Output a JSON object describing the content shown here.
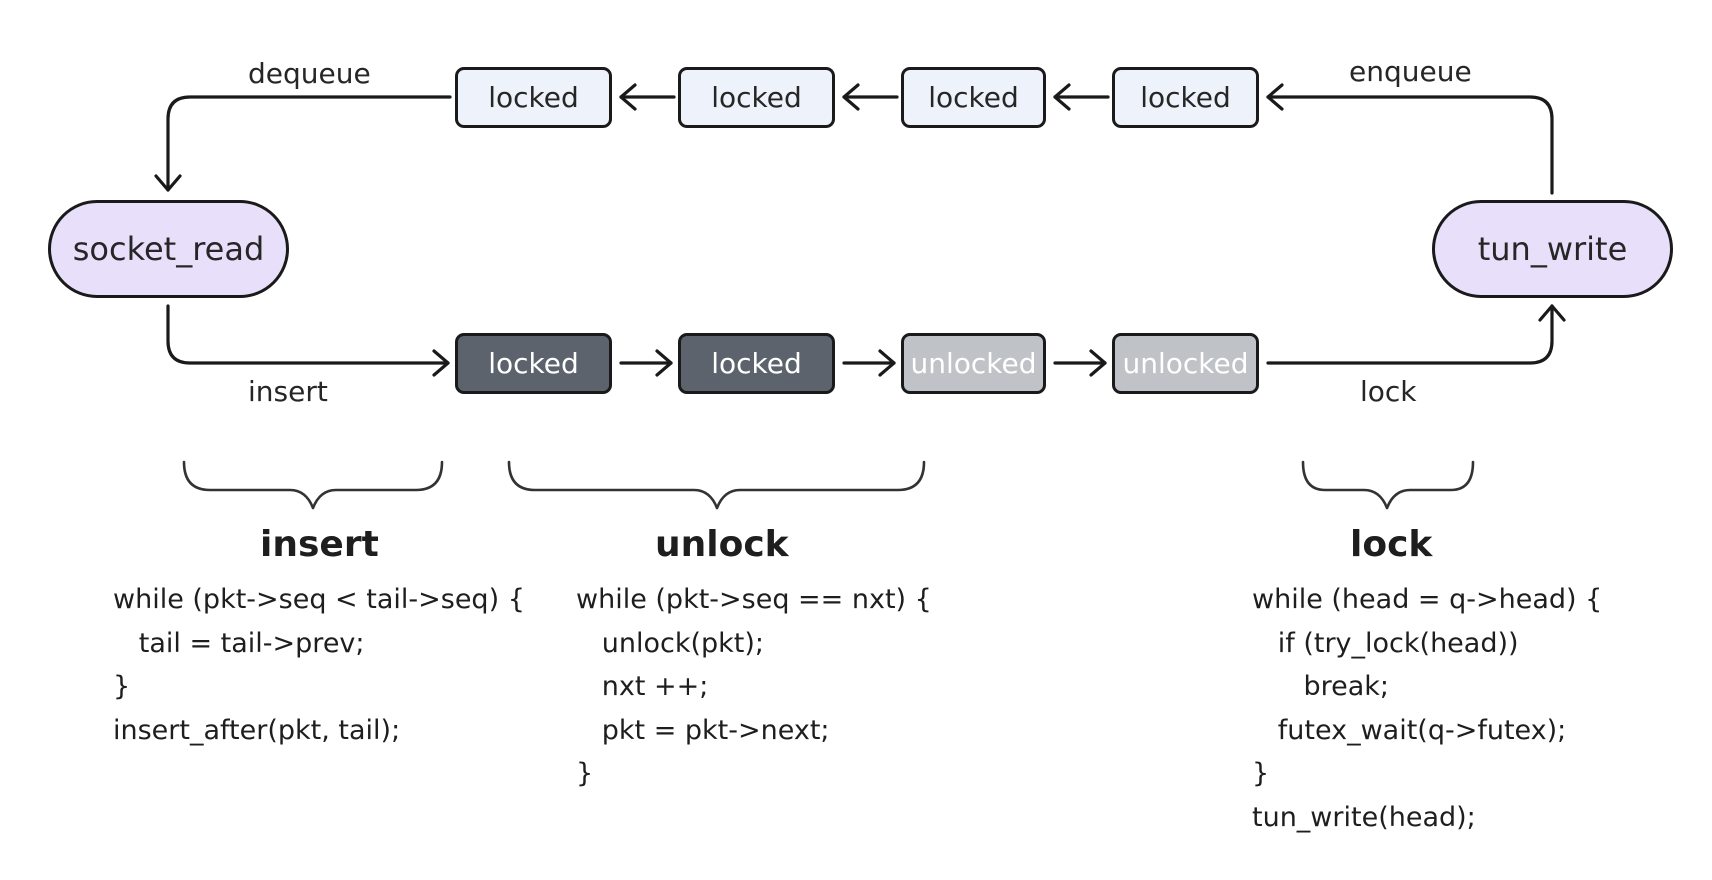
{
  "nodes": {
    "socket_read": "socket_read",
    "tun_write": "tun_write"
  },
  "top_queue": [
    "locked",
    "locked",
    "locked",
    "locked"
  ],
  "bottom_queue": [
    "locked",
    "locked",
    "unlocked",
    "unlocked"
  ],
  "edge_labels": {
    "dequeue": "dequeue",
    "enqueue": "enqueue",
    "insert": "insert",
    "lock": "lock"
  },
  "sections": {
    "insert": {
      "title": "insert",
      "code": [
        "while (pkt->seq < tail->seq) {",
        "   tail = tail->prev;",
        "}",
        "insert_after(pkt, tail);"
      ]
    },
    "unlock": {
      "title": "unlock",
      "code": [
        "while (pkt->seq == nxt) {",
        "   unlock(pkt);",
        "   nxt ++;",
        "   pkt = pkt->next;",
        "}"
      ]
    },
    "lock": {
      "title": "lock",
      "code": [
        "while (head = q->head) {",
        "   if (try_lock(head))",
        "      break;",
        "   futex_wait(q->futex);",
        "}",
        "tun_write(head);"
      ]
    }
  },
  "colors": {
    "node_fill": "#e8e0fb",
    "locked_light_fill": "#eef2fb",
    "locked_dark_fill": "#5d636c",
    "unlocked_fill": "#bfc2c6",
    "stroke": "#1a1a1a"
  }
}
